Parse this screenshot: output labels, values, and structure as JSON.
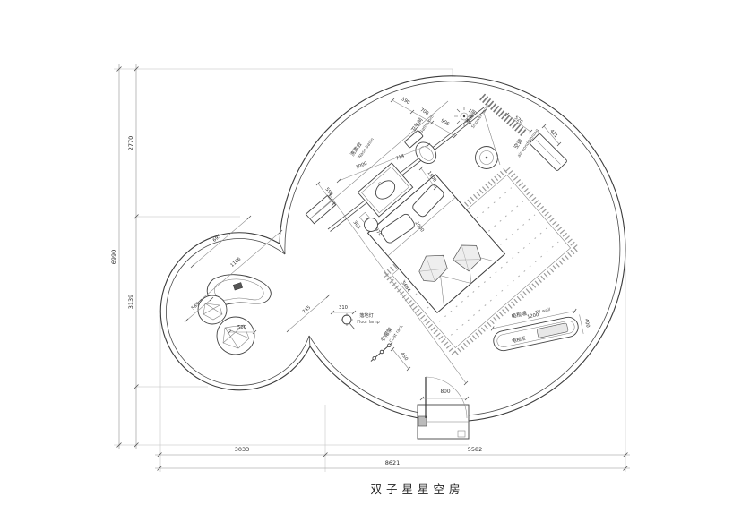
{
  "title": "双子星星空房",
  "rooms": {
    "washbasin": {
      "cn": "洗漱台",
      "en": "Wash basin"
    },
    "bathroom": {
      "cn": "卫生间",
      "en": "Bathroom"
    },
    "shower": {
      "cn": "淋浴间",
      "en": "Shower room"
    },
    "ac": {
      "cn": "空调",
      "en": "air conditioning"
    },
    "floorlamp": {
      "cn": "落地灯",
      "en": "Floor lamp"
    },
    "coatrack": {
      "cn": "衣帽架",
      "en": "Coat rack"
    },
    "tvwall": {
      "cn": "电视墙",
      "en": "TV wall"
    },
    "tvcabinet": {
      "cn": "电视柜"
    }
  },
  "dims": {
    "left_upper": "2770",
    "left_lower": "3139",
    "left_total": "6990",
    "bottom_left": "3033",
    "bottom_right": "5582",
    "bottom_total": "8621",
    "top1": "590",
    "top2": "700",
    "top3": "906",
    "shower_w": "520",
    "shower_d": "421",
    "vanity1": "1000",
    "vanity2": "714",
    "bed_w": "1800",
    "wall_off": "550",
    "seg_a": "303",
    "seg_b": "970",
    "bed_l": "2000",
    "diag": "5684",
    "link": "745",
    "lounge_a": "693",
    "lounge_b": "1166",
    "seat_a": "589",
    "seat_b": "500",
    "lamp": "310",
    "rack": "450",
    "tv_len": "1200",
    "tv_dep": "400",
    "door": "800"
  },
  "colors": {
    "wall_line": "#3c3c3c",
    "furniture_line": "#444444",
    "dim_line": "#8f8f8f",
    "text": "#2e2e2e",
    "background": "#ffffff"
  }
}
